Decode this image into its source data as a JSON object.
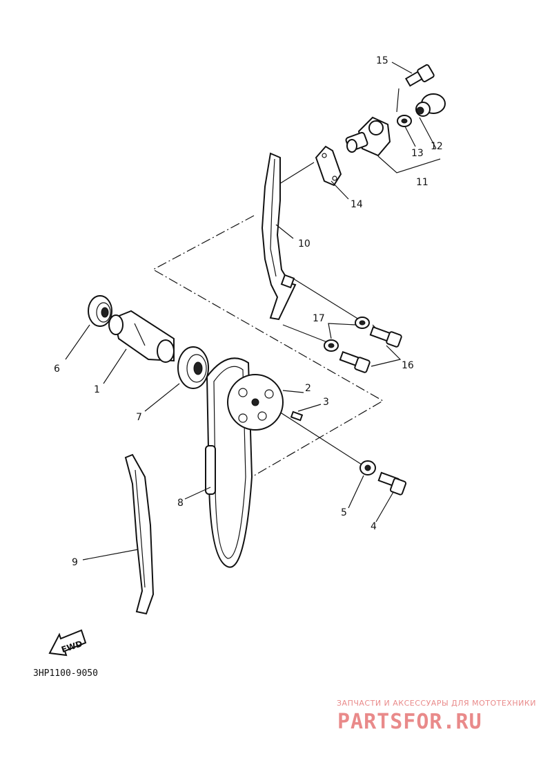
{
  "diagram": {
    "part_labels": [
      "1",
      "2",
      "3",
      "4",
      "5",
      "6",
      "7",
      "8",
      "9",
      "10",
      "11",
      "12",
      "13",
      "14",
      "15",
      "16",
      "17"
    ],
    "direction_label": "FWD",
    "figure_code": "3HP1100-9050"
  },
  "watermark": {
    "tagline": "ЗАПЧАСТИ И АКСЕССУАРЫ ДЛЯ МОТОТЕХНИКИ",
    "brand": "PARTSFOR.RU",
    "color": "#e98a8a"
  }
}
